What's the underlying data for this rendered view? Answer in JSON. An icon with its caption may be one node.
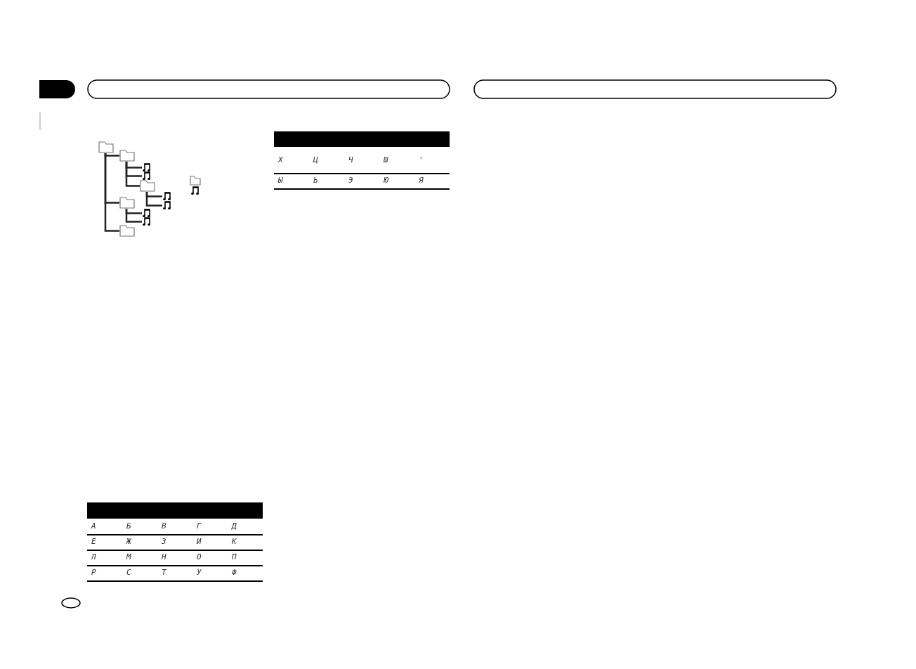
{
  "diagram": {
    "nodes": [
      {
        "text": [],
        "shape": "folder"
      },
      {
        "text": [],
        "shape": "folder"
      },
      {
        "text": [],
        "shape": "note"
      },
      {
        "text": [],
        "shape": "note"
      },
      {
        "text": [],
        "shape": "folder"
      },
      {
        "text": [],
        "shape": "note"
      },
      {
        "text": [],
        "shape": "note"
      },
      {
        "text": [],
        "shape": "folder"
      },
      {
        "text": [],
        "shape": "note"
      },
      {
        "text": [],
        "shape": "note"
      },
      {
        "text": [],
        "shape": "folder"
      }
    ],
    "edges": [
      {
        "from": 0,
        "to": 1,
        "arrow": "none"
      },
      {
        "from": 1,
        "to": 2,
        "arrow": "none"
      },
      {
        "from": 1,
        "to": 3,
        "arrow": "none"
      },
      {
        "from": 1,
        "to": 4,
        "arrow": "none"
      },
      {
        "from": 4,
        "to": 5,
        "arrow": "none"
      },
      {
        "from": 4,
        "to": 6,
        "arrow": "none"
      },
      {
        "from": 0,
        "to": 7,
        "arrow": "none"
      },
      {
        "from": 7,
        "to": 8,
        "arrow": "none"
      },
      {
        "from": 7,
        "to": 9,
        "arrow": "none"
      },
      {
        "from": 0,
        "to": 10,
        "arrow": "none"
      }
    ],
    "labels": [
      "Х",
      "Ц",
      "Ч",
      "Ш",
      "'",
      "Ы",
      "Ь",
      "Э",
      "Ю",
      "Я",
      "А",
      "Б",
      "В",
      "Г",
      "Д",
      "Е",
      "Ж",
      "З",
      "И",
      "К",
      "Л",
      "М",
      "Н",
      "О",
      "П",
      "Р",
      "С",
      "Т",
      "У",
      "Ф"
    ]
  }
}
